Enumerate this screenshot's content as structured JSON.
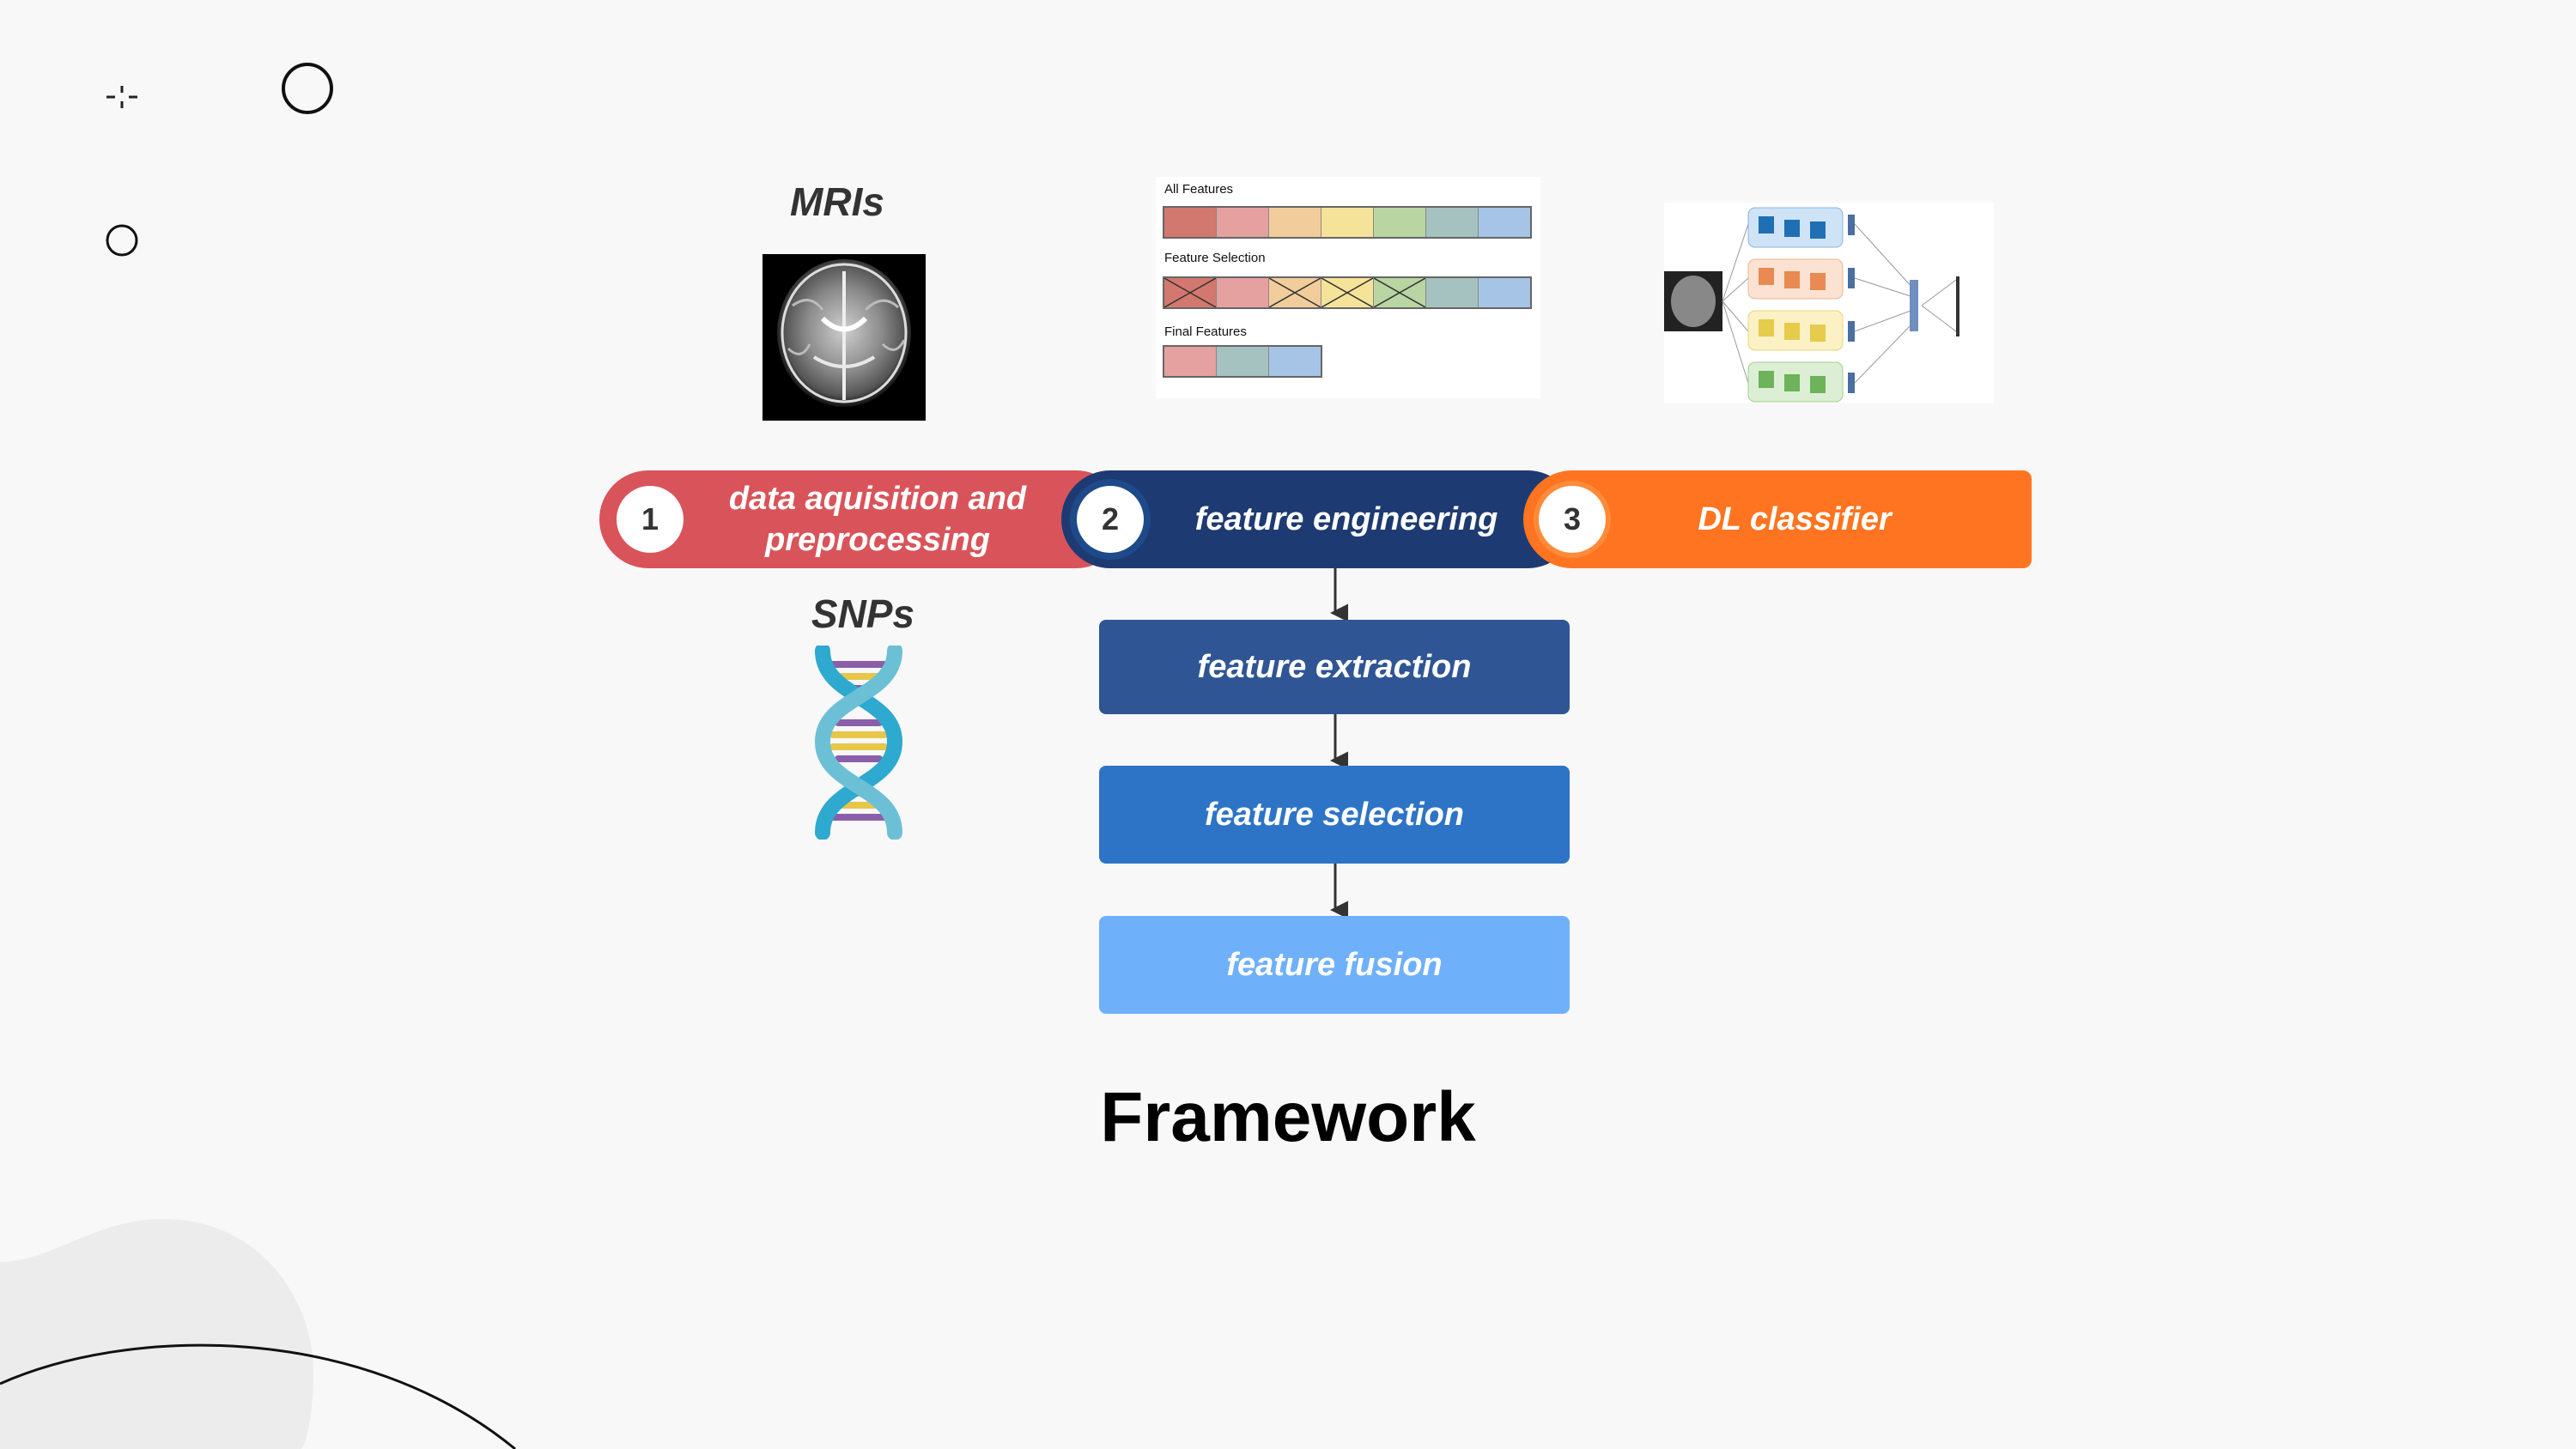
{
  "page": {
    "title": "Framework"
  },
  "images": {
    "mri_label": "MRIs",
    "snp_label": "SNPs"
  },
  "steps": [
    {
      "number": "1",
      "label": "data aquisition and preprocessing",
      "color": "#d9545a"
    },
    {
      "number": "2",
      "label": "feature engineering",
      "color": "#1e3a72"
    },
    {
      "number": "3",
      "label": "DL classifier",
      "color": "#ff7420"
    }
  ],
  "substeps": [
    {
      "label": "feature extraction",
      "color": "#2f5595"
    },
    {
      "label": "feature selection",
      "color": "#2e74c6"
    },
    {
      "label": "feature fusion",
      "color": "#6fb0fb"
    }
  ],
  "feature_figure": {
    "captions": [
      "All Features",
      "Feature Selection",
      "Final Features"
    ],
    "all_colors": [
      "#d3786e",
      "#e5a0a0",
      "#f1cd9c",
      "#f6e39a",
      "#b8d5a2",
      "#a5c2c0",
      "#a6c4e6"
    ],
    "selected_crossed": [
      true,
      false,
      true,
      true,
      true,
      false,
      false
    ],
    "final_colors": [
      "#e5a0a0",
      "#a5c2c0",
      "#a6c4e6"
    ]
  }
}
